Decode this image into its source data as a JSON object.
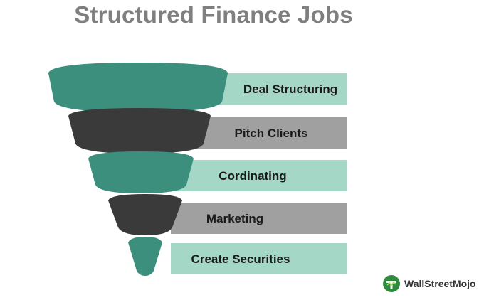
{
  "title": "Structured Finance Jobs",
  "stages": [
    {
      "label": "Deal Structuring",
      "color": "teal"
    },
    {
      "label": "Pitch Clients",
      "color": "dark"
    },
    {
      "label": "Cordinating",
      "color": "teal"
    },
    {
      "label": "Marketing",
      "color": "dark"
    },
    {
      "label": "Create Securities",
      "color": "teal"
    }
  ],
  "colors": {
    "teal": "#3d8f7d",
    "teal_top": "#5aa994",
    "dark": "#3a3a3a",
    "dark_top": "#555555",
    "light_band": "#a5d7c7",
    "gray_band": "#a0a0a0",
    "title": "#7f7f7f"
  },
  "logo": {
    "text": "WallStreetMojo",
    "icon": "wallstreetmojo-logo-icon"
  }
}
